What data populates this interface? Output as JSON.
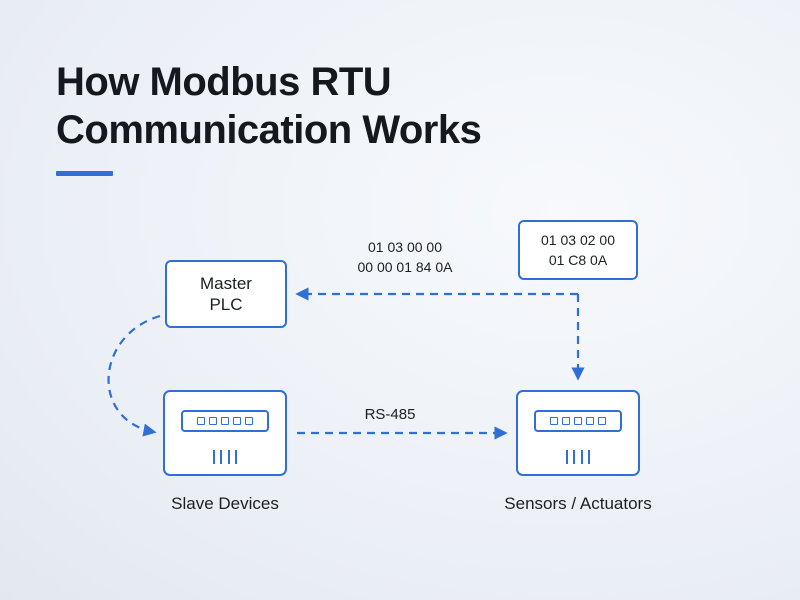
{
  "title": {
    "line1": "How Modbus RTU",
    "line2": "Communication Works"
  },
  "colors": {
    "accent": "#2f6fd6",
    "text": "#1c1f24"
  },
  "nodes": {
    "master": {
      "line1": "Master",
      "line2": "PLC"
    },
    "slave": {
      "label": "Slave Devices",
      "icon": "device-icon"
    },
    "sensor": {
      "label": "Sensors / Actuators",
      "icon": "device-icon"
    }
  },
  "frames": {
    "request": {
      "line1": "01 03 00 00",
      "line2": "00 00 01 84 0A"
    },
    "response": {
      "line1": "01 03 02 00",
      "line2": "01 C8 0A"
    }
  },
  "links": {
    "bus": {
      "label": "RS-485"
    }
  }
}
